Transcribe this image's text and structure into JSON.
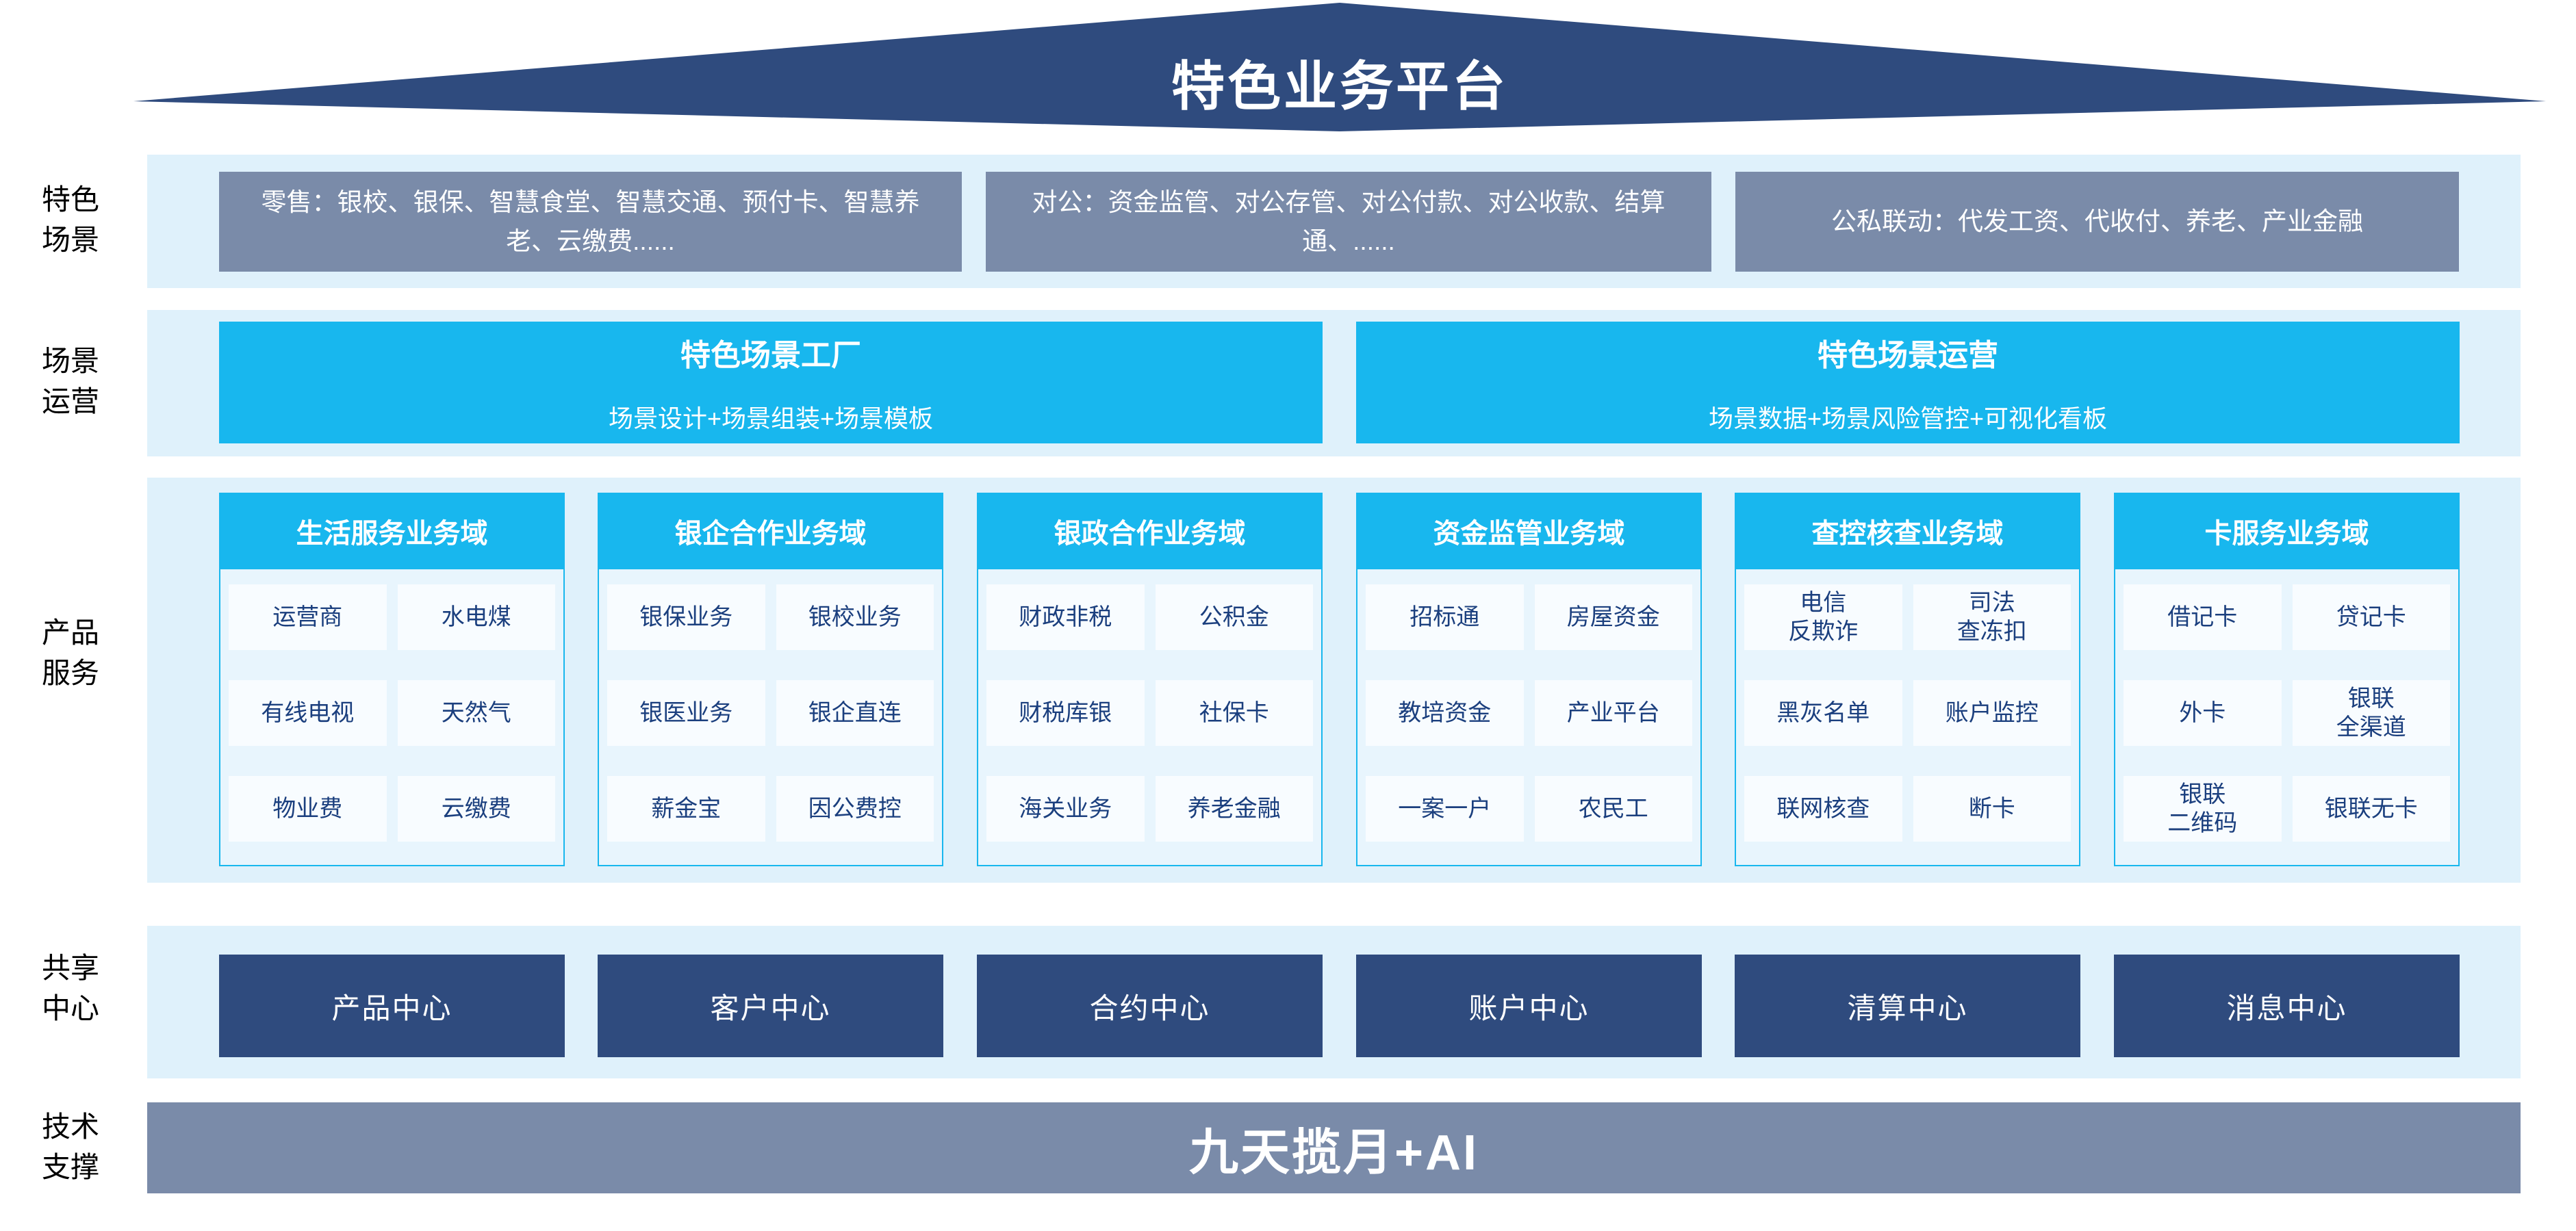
{
  "colors": {
    "navy": "#2F4B7E",
    "steel_blue": "#7A8BA9",
    "cyan": "#18B7EE",
    "band_light_blue": "#DFF1FB",
    "panel_bg": "#E8F5FD",
    "cell_bg": "#F8FCFF",
    "cell_text": "#1B3F7E"
  },
  "roof": {
    "title": "特色业务平台"
  },
  "side_labels": [
    "特色\n场景",
    "场景\n运营",
    "产品\n服务",
    "共享\n中心",
    "技术\n支撑"
  ],
  "scenes": {
    "items": [
      "零售：银校、银保、智慧食堂、智慧交通、预付卡、智慧养老、云缴费......",
      "对公：资金监管、对公存管、对公付款、对公收款、结算通、......",
      "公私联动：代发工资、代收付、养老、产业金融"
    ]
  },
  "operations": {
    "items": [
      {
        "title": "特色场景工厂",
        "subtitle": "场景设计+场景组装+场景模板"
      },
      {
        "title": "特色场景运营",
        "subtitle": "场景数据+场景风险管控+可视化看板"
      }
    ]
  },
  "products": {
    "columns": [
      {
        "header": "生活服务业务域",
        "cells": [
          "运营商",
          "水电煤",
          "有线电视",
          "天然气",
          "物业费",
          "云缴费"
        ]
      },
      {
        "header": "银企合作业务域",
        "cells": [
          "银保业务",
          "银校业务",
          "银医业务",
          "银企直连",
          "薪金宝",
          "因公费控"
        ]
      },
      {
        "header": "银政合作业务域",
        "cells": [
          "财政非税",
          "公积金",
          "财税库银",
          "社保卡",
          "海关业务",
          "养老金融"
        ]
      },
      {
        "header": "资金监管业务域",
        "cells": [
          "招标通",
          "房屋资金",
          "教培资金",
          "产业平台",
          "一案一户",
          "农民工"
        ]
      },
      {
        "header": "查控核查业务域",
        "cells": [
          "电信\n反欺诈",
          "司法\n查冻扣",
          "黑灰名单",
          "账户监控",
          "联网核查",
          "断卡"
        ]
      },
      {
        "header": "卡服务业务域",
        "cells": [
          "借记卡",
          "贷记卡",
          "外卡",
          "银联\n全渠道",
          "银联\n二维码",
          "银联无卡"
        ]
      }
    ]
  },
  "centers": {
    "items": [
      "产品中心",
      "客户中心",
      "合约中心",
      "账户中心",
      "清算中心",
      "消息中心"
    ]
  },
  "tech": {
    "label": "九天揽月+AI"
  }
}
